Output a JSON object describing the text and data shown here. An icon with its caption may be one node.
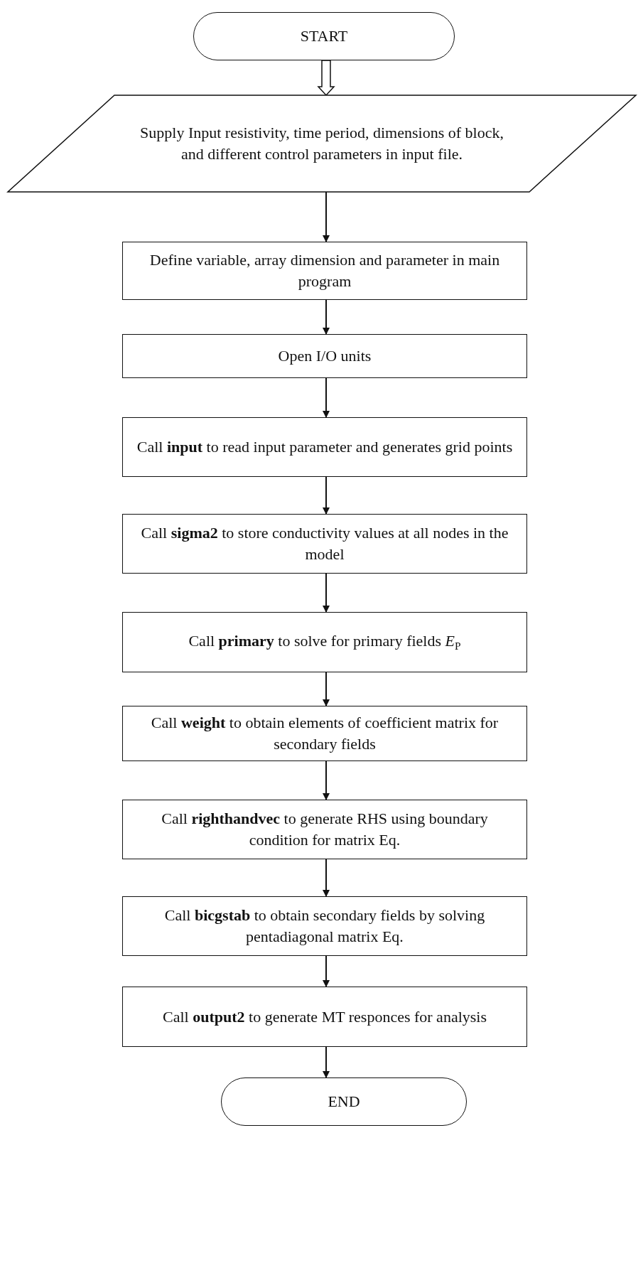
{
  "diagram": {
    "nodes": [
      {
        "text": [
          "START"
        ]
      },
      {
        "text": [
          "Supply Input resistivity, time period, dimensions of block, and different control parameters in input file."
        ]
      },
      {
        "text": [
          "Define variable, array dimension and parameter in main program"
        ]
      },
      {
        "text": [
          "Open I/O units"
        ]
      },
      {
        "text": [
          "Call **input** to read input parameter and generates grid points"
        ]
      },
      {
        "text": [
          "Call **sigma2** to store conductivity values at all nodes in the model"
        ]
      },
      {
        "text": [
          "Call **primary** to solve for primary fields *E*$_{P}$"
        ]
      },
      {
        "text": [
          "Call **weight** to obtain elements of coefficient matrix for secondary fields"
        ]
      },
      {
        "text": [
          "Call **righthandvec** to generate RHS using boundary condition for matrix Eq."
        ]
      },
      {
        "text": [
          "Call **bicgstab** to obtain secondary fields by solving pentadiagonal matrix Eq."
        ]
      },
      {
        "text": [
          "Call **output2** to generate MT responces for analysis"
        ]
      },
      {
        "text": [
          "END"
        ]
      }
    ],
    "edges": [
      {
        "from": 0,
        "to": 1,
        "arrow": "to",
        "style": "thick"
      },
      {
        "from": 1,
        "to": 2,
        "arrow": "to"
      },
      {
        "from": 2,
        "to": 3,
        "arrow": "to"
      },
      {
        "from": 3,
        "to": 4,
        "arrow": "to"
      },
      {
        "from": 4,
        "to": 5,
        "arrow": "to"
      },
      {
        "from": 5,
        "to": 6,
        "arrow": "to"
      },
      {
        "from": 6,
        "to": 7,
        "arrow": "to"
      },
      {
        "from": 7,
        "to": 8,
        "arrow": "to"
      },
      {
        "from": 8,
        "to": 9,
        "arrow": "to"
      },
      {
        "from": 9,
        "to": 10,
        "arrow": "to"
      },
      {
        "from": 10,
        "to": 11,
        "arrow": "to"
      }
    ]
  }
}
